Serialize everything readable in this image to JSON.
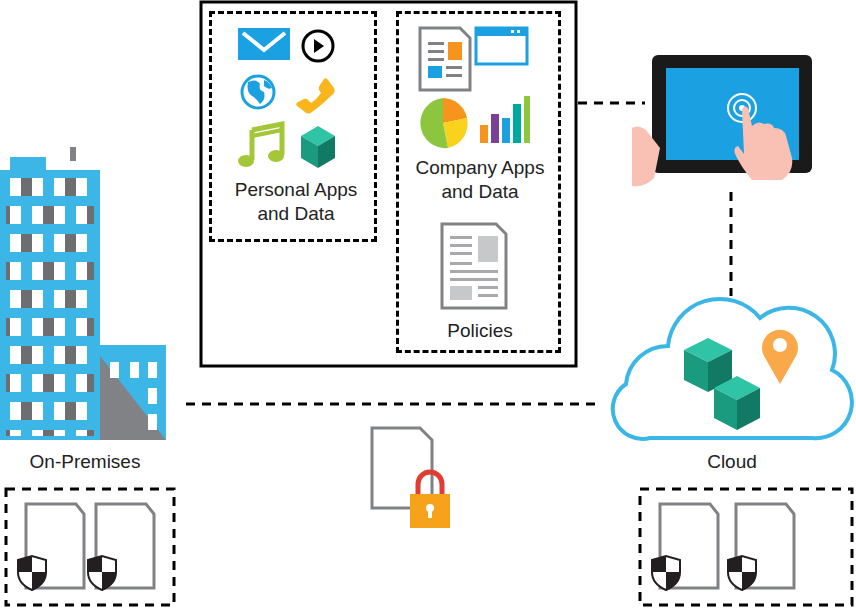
{
  "diagram": {
    "nodes": [
      {
        "text": [
          "Personal Apps and Data"
        ]
      },
      {
        "text": [
          "Company Apps and Data",
          "Policies"
        ]
      },
      {
        "text": [
          "On-Premises"
        ]
      },
      {
        "text": [
          "Cloud"
        ]
      }
    ],
    "edges": [
      {
        "from": 2,
        "to": 3,
        "arrow": "none"
      }
    ]
  }
}
